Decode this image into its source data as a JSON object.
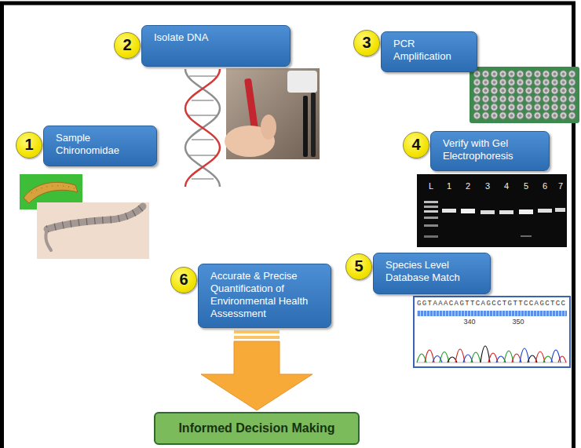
{
  "diagram": {
    "nodes": [
      {
        "text": [
          "Sample Chironomidae"
        ]
      },
      {
        "text": [
          "Isolate DNA"
        ]
      },
      {
        "text": [
          "PCR Amplification"
        ]
      },
      {
        "text": [
          "Verify with Gel Electrophoresis"
        ]
      },
      {
        "text": [
          "Species Level Database Match"
        ]
      },
      {
        "text": [
          "Accurate & Precise Quantification of Environmental Health Assessment"
        ]
      },
      {
        "text": [
          "Informed Decision Making"
        ]
      }
    ],
    "edges": [
      {
        "from": 5,
        "to": 6,
        "arrow": "to"
      }
    ],
    "labels": [
      "1",
      "2",
      "3",
      "4",
      "5",
      "6",
      "L",
      "1",
      "2",
      "3",
      "4",
      "5",
      "6",
      "7",
      "GGTAAACAGTTCAGCCTGTTCCAGCTCC",
      "340",
      "350"
    ]
  }
}
